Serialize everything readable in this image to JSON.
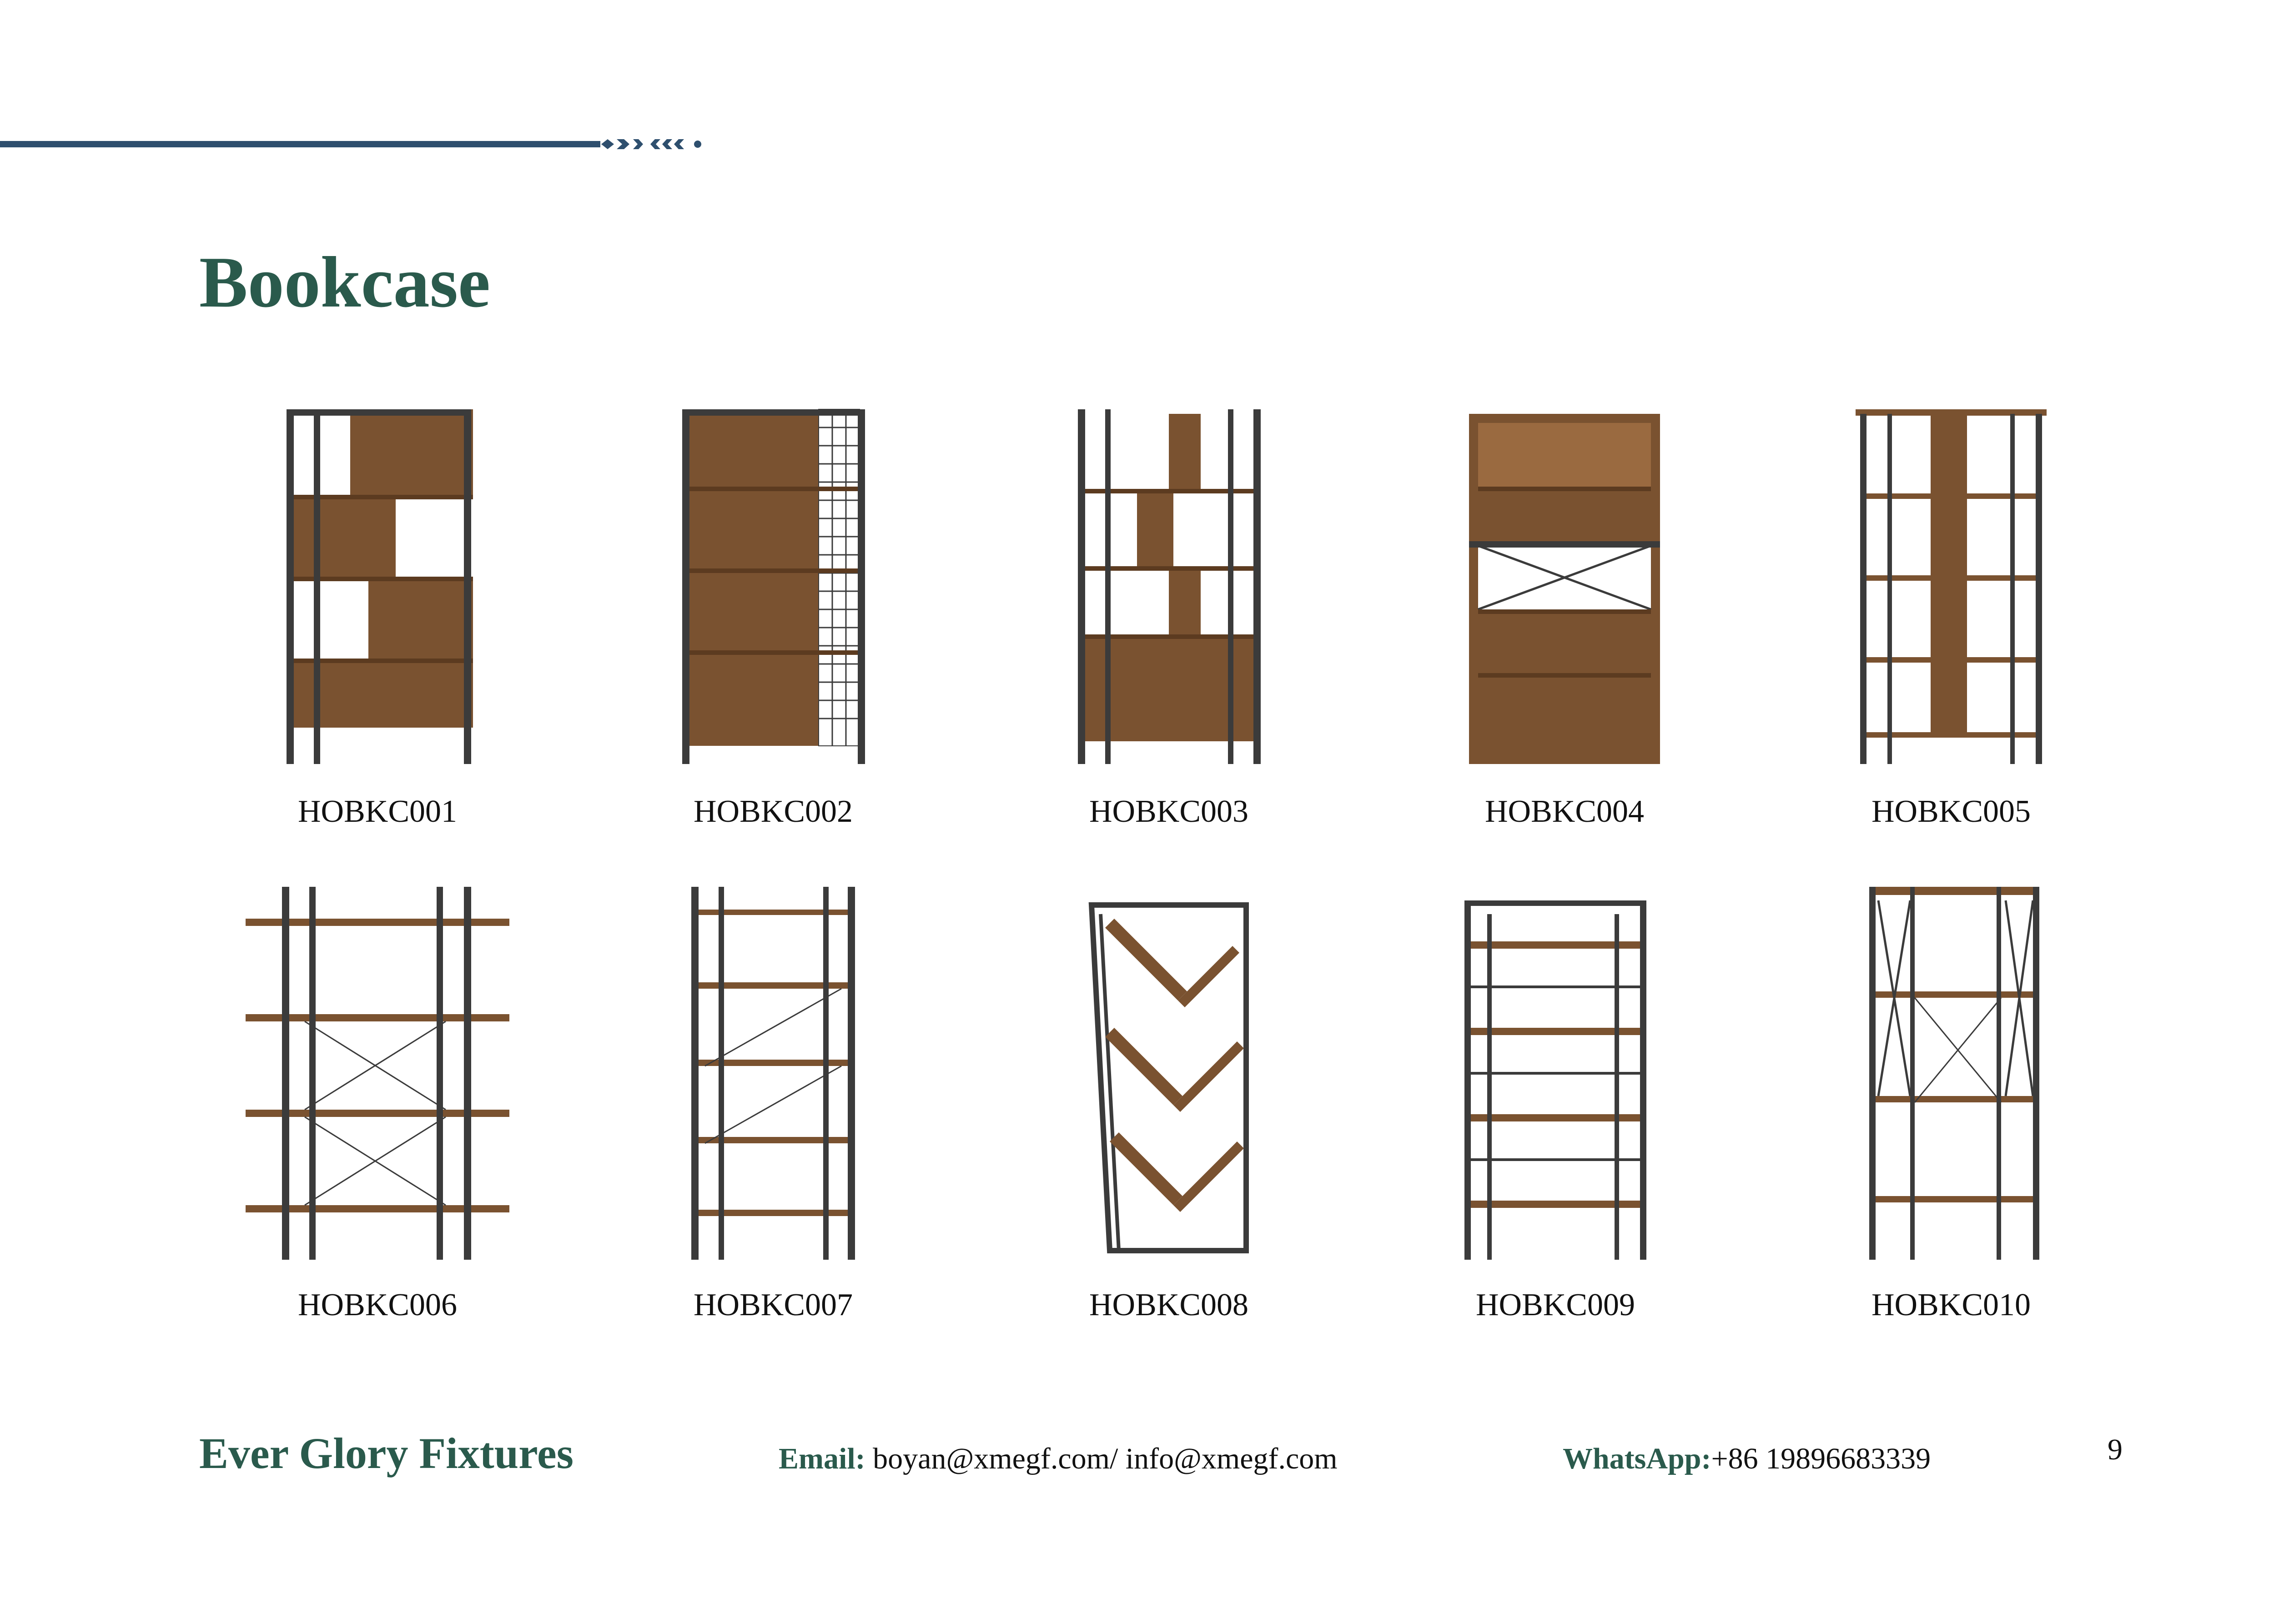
{
  "document": {
    "title": "Bookcase",
    "page_number": "9"
  },
  "colors": {
    "title_green": "#2a5a4c",
    "rule_blue": "#2e4f6e",
    "wood": "#7a5230",
    "metal": "#3b3b3b"
  },
  "products": [
    {
      "code": "HOBKC001"
    },
    {
      "code": "HOBKC002"
    },
    {
      "code": "HOBKC003"
    },
    {
      "code": "HOBKC004"
    },
    {
      "code": "HOBKC005"
    },
    {
      "code": "HOBKC006"
    },
    {
      "code": "HOBKC007"
    },
    {
      "code": "HOBKC008"
    },
    {
      "code": "HOBKC009"
    },
    {
      "code": "HOBKC010"
    }
  ],
  "footer": {
    "brand": "Ever Glory Fixtures",
    "email_label": "Email:",
    "email_value": " boyan@xmegf.com/ info@xmegf.com",
    "whatsapp_label": "WhatsApp:",
    "whatsapp_value": "+86 19896683339"
  }
}
